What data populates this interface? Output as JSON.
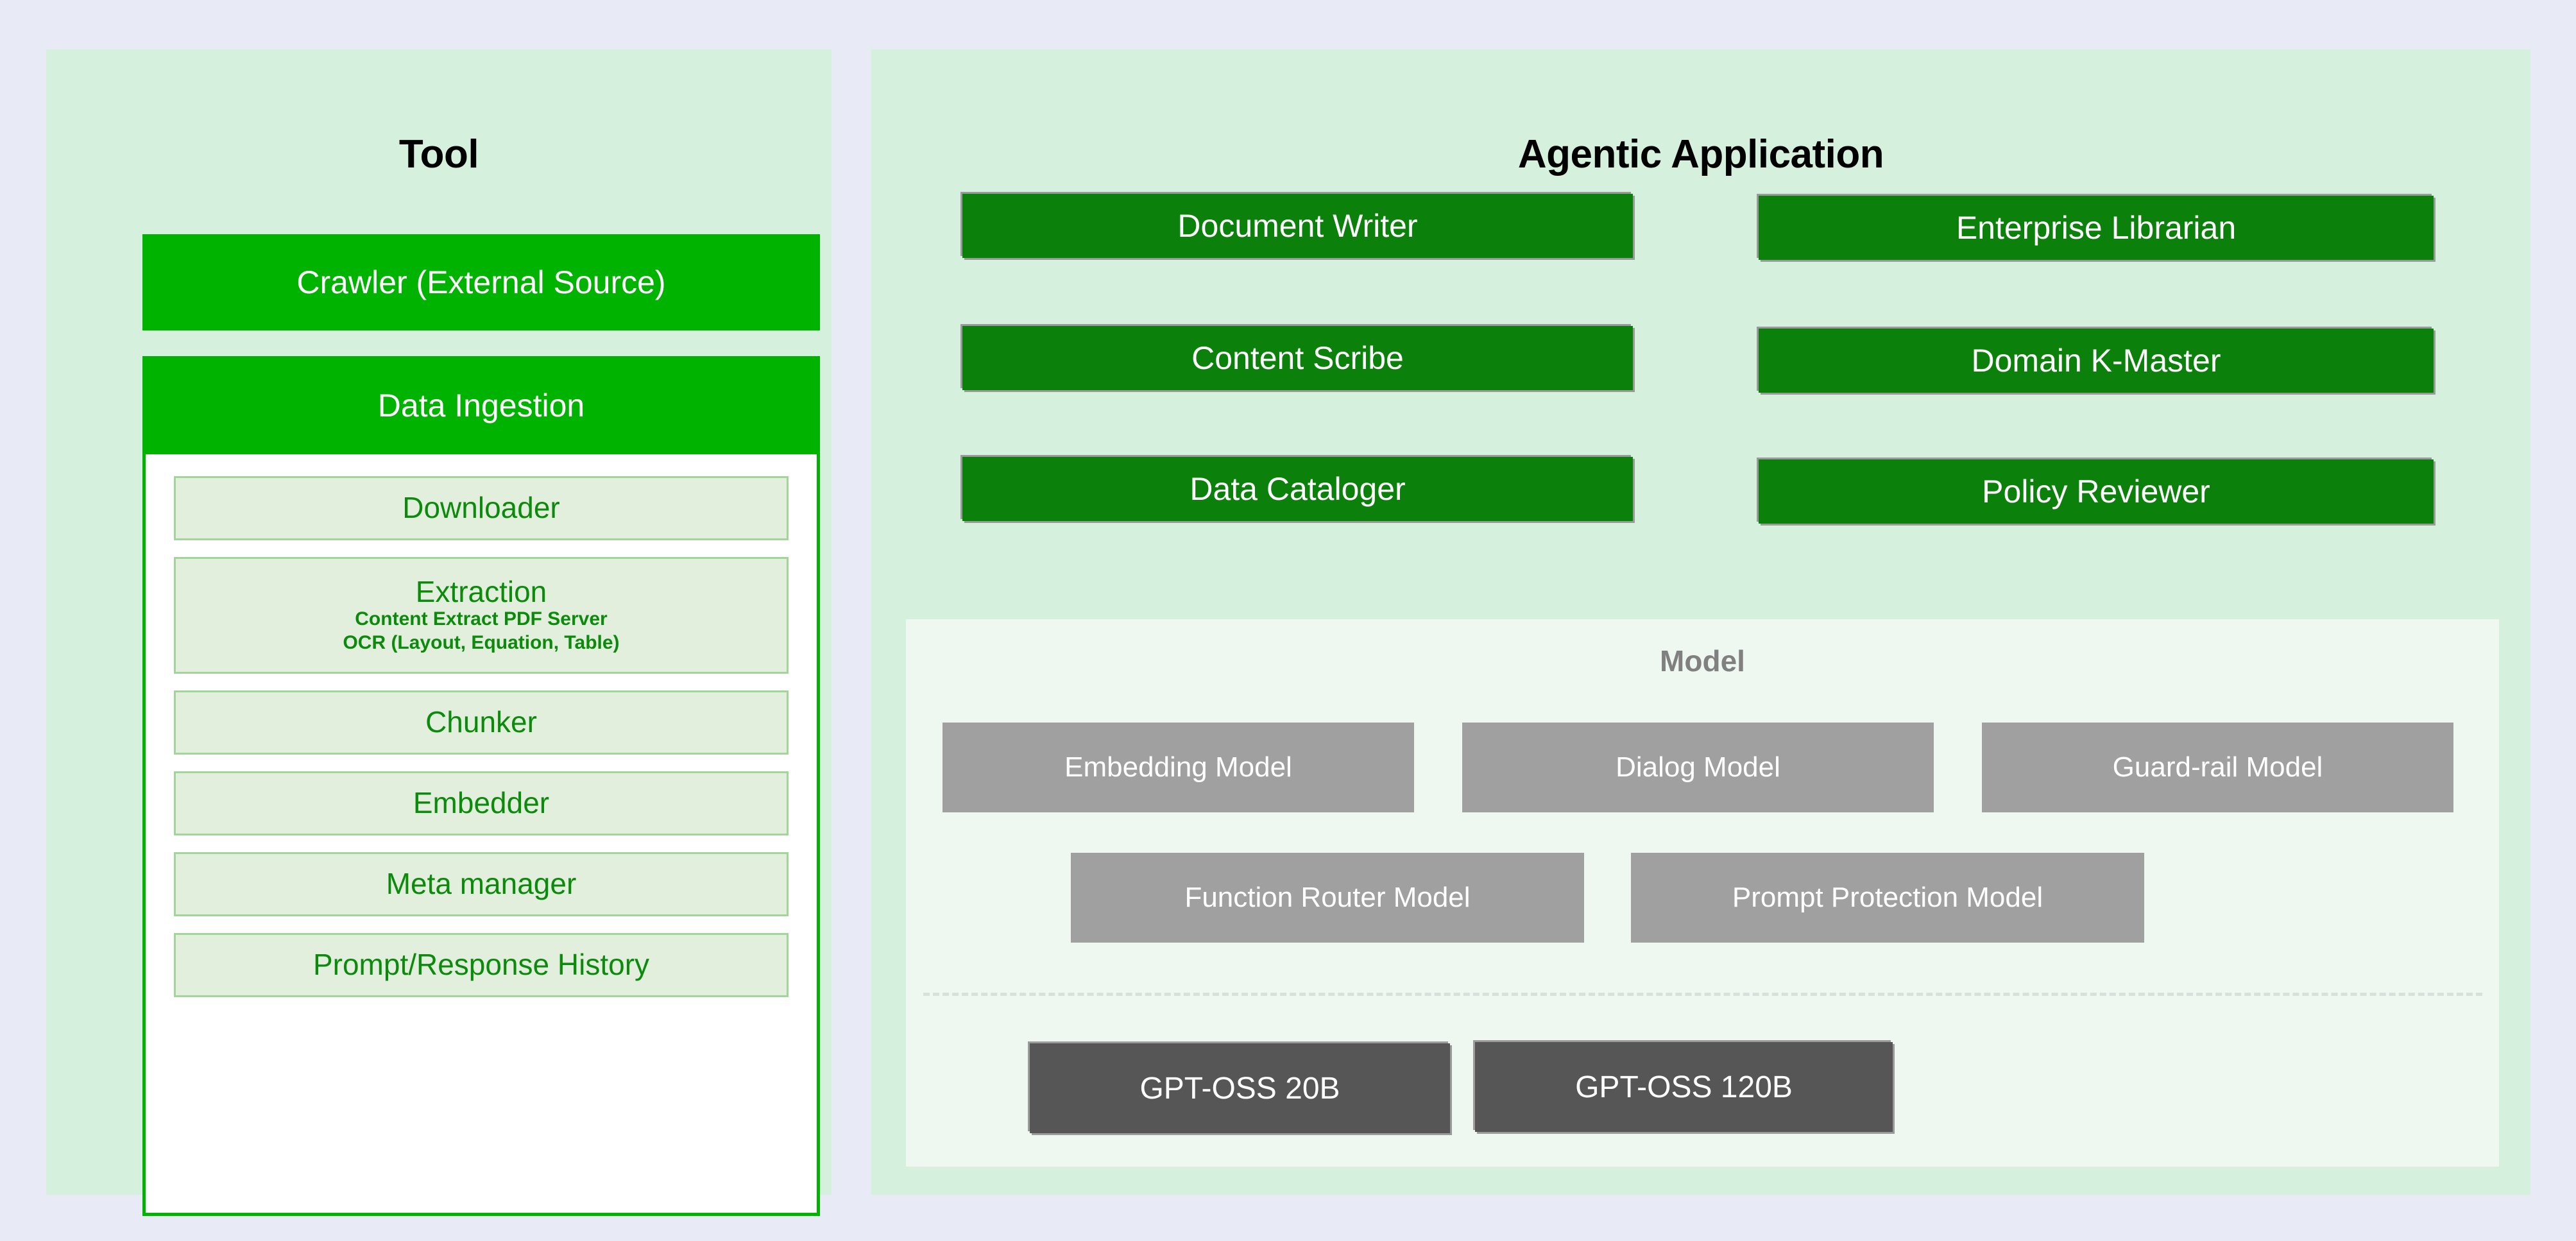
{
  "background_color": "#e8ebf5",
  "panels": {
    "tool": {
      "title": "Tool",
      "background_color": "#d6f0de",
      "crawler": {
        "label": "Crawler (External Source)",
        "color": "#00b300"
      },
      "ingestion": {
        "label": "Data Ingestion",
        "color": "#00b300",
        "components": [
          {
            "title": "Downloader",
            "lines": []
          },
          {
            "title": "Extraction",
            "lines": [
              "Content Extract PDF Server",
              "OCR (Layout, Equation, Table)"
            ]
          },
          {
            "title": "Chunker",
            "lines": []
          },
          {
            "title": "Embedder",
            "lines": []
          },
          {
            "title": "Meta manager",
            "lines": []
          },
          {
            "title": "Prompt/Response History",
            "lines": []
          }
        ]
      }
    },
    "agentic": {
      "title": "Agentic Application",
      "background_color": "#d6f0de",
      "agent_color": "#0b800b",
      "agents_left": [
        "Document Writer",
        "Content Scribe",
        "Data Cataloger"
      ],
      "agents_right": [
        "Enterprise Librarian",
        "Domain K-Master",
        "Policy Reviewer"
      ],
      "model": {
        "title": "Model",
        "background_color": "#eef8f1",
        "box_color": "#a0a0a0",
        "row_1": [
          "Embedding Model",
          "Dialog Model",
          "Guard-rail Model"
        ],
        "row_2": [
          "Function Router Model",
          "Prompt Protection Model"
        ],
        "base_color": "#565656",
        "base_models": [
          "GPT-OSS 20B",
          "GPT-OSS 120B"
        ]
      }
    }
  }
}
